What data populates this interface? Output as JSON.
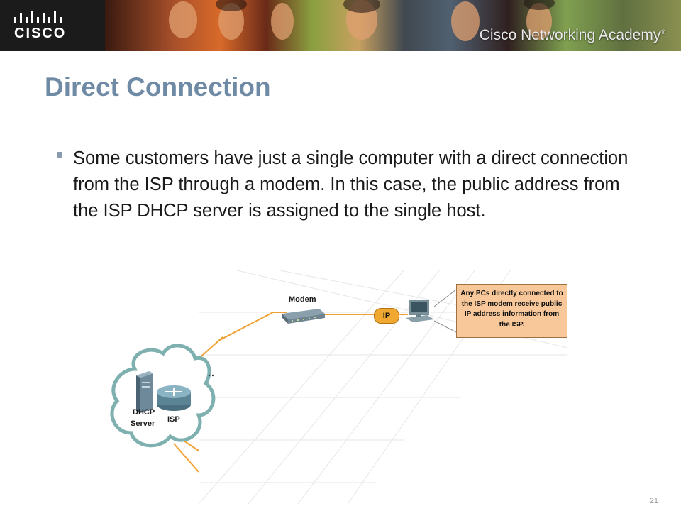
{
  "header": {
    "logo_text": "CISCO",
    "academy_text": "Cisco Networking Academy"
  },
  "slide": {
    "title": "Direct Connection",
    "bullet": "Some customers have just a single computer with a direct connection from the ISP through a modem. In this case, the public address from the ISP DHCP server is assigned to the single host.",
    "page_number": "21"
  },
  "diagram": {
    "modem_label": "Modem",
    "ip_badge": "IP",
    "callout": "Any PCs directly connected to the ISP modem receive public IP address information from the ISP.",
    "dhcp_label_line1": "DHCP",
    "dhcp_label_line2": "Server",
    "isp_label": "ISP",
    "colors": {
      "link": "#f0a030",
      "callout_fill": "#f8c89a",
      "cloud_stroke": "#7fb0b0",
      "title": "#6f8aa5"
    }
  }
}
